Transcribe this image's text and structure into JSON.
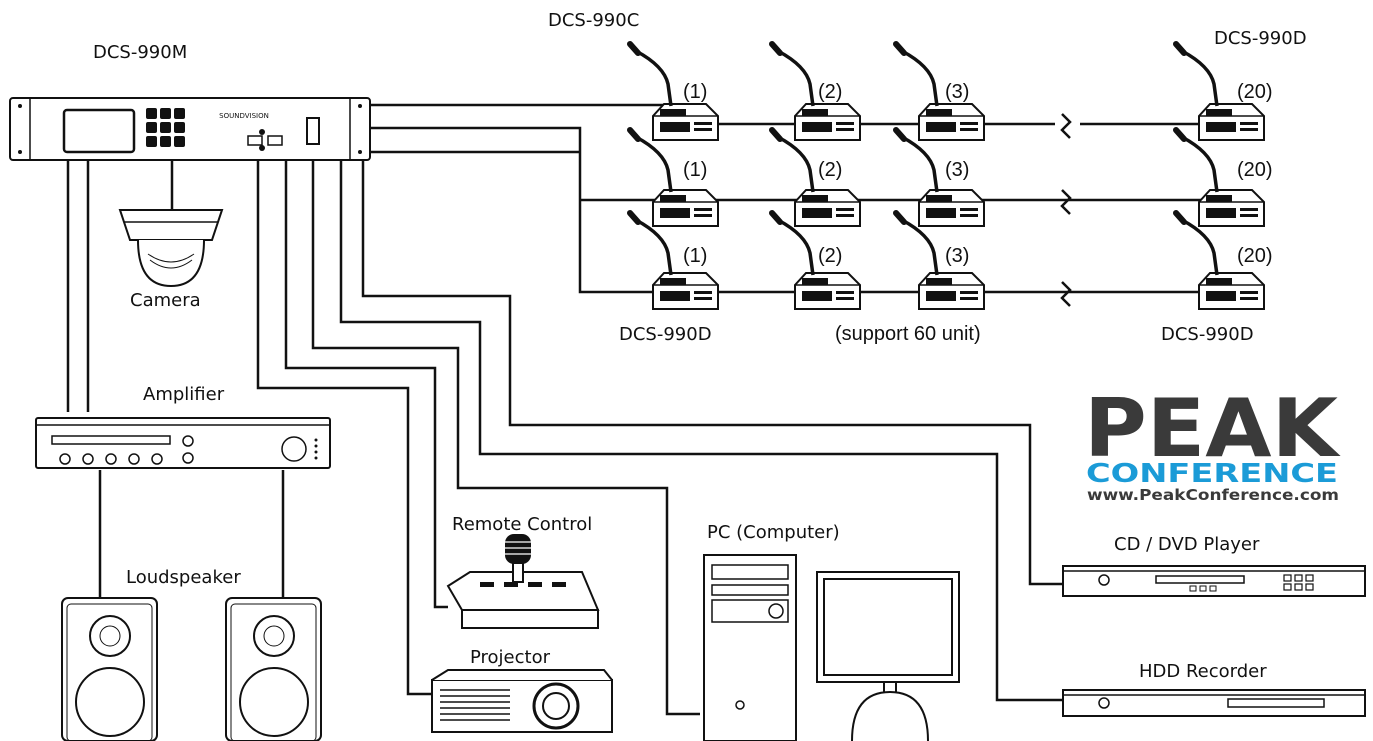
{
  "labels": {
    "main_unit": "DCS-990M",
    "chairman_unit": "DCS-990C",
    "delegate_top_right": "DCS-990D",
    "delegate_bottom_left": "DCS-990D",
    "delegate_bottom_right": "DCS-990D",
    "support_note": "(support 60 unit)",
    "camera": "Camera",
    "amplifier": "Amplifier",
    "loudspeaker": "Loudspeaker",
    "remote_control": "Remote Control",
    "projector": "Projector",
    "pc": "PC (Computer)",
    "cd_dvd": "CD / DVD Player",
    "hdd": "HDD Recorder"
  },
  "unit_numbers": [
    "(1)",
    "(2)",
    "(3)",
    "(20)"
  ],
  "brand": {
    "name": "PEAK",
    "sub": "CONFERENCE",
    "url": "www.PeakConference.com",
    "color_dark": "#3a3a3a",
    "color_accent": "#1b9bd7"
  },
  "device_brand": "SOUNDVISION"
}
